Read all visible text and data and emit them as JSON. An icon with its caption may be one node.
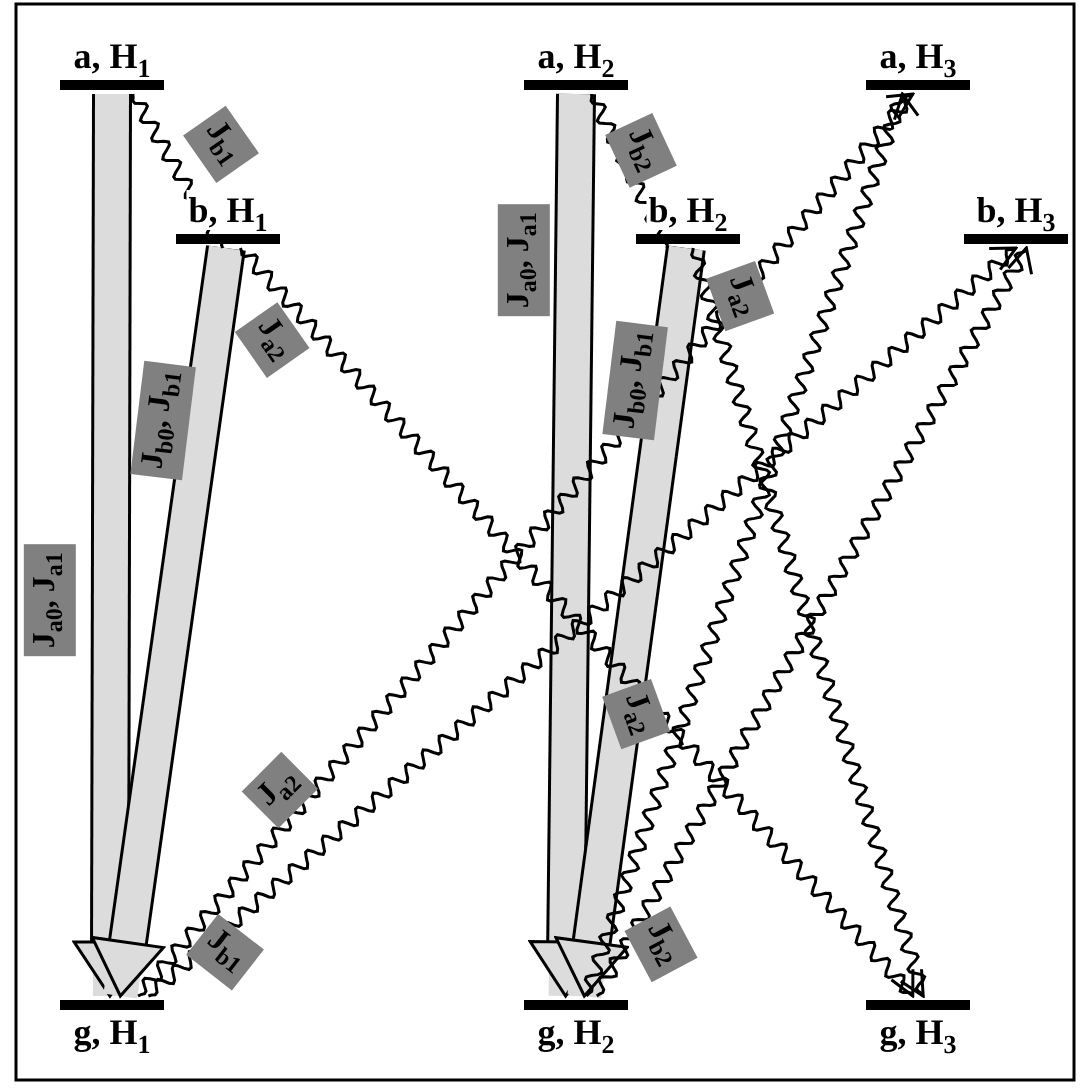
{
  "diagram": {
    "nodes": [
      {
        "text": [
          "a, H$_{1}$"
        ]
      },
      {
        "text": [
          "a, H$_{2}$"
        ]
      },
      {
        "text": [
          "a, H$_{3}$"
        ]
      },
      {
        "text": [
          "b, H$_{1}$"
        ]
      },
      {
        "text": [
          "b, H$_{2}$"
        ]
      },
      {
        "text": [
          "b, H$_{3}$"
        ]
      },
      {
        "text": [
          "g, H$_{1}$"
        ]
      },
      {
        "text": [
          "g, H$_{2}$"
        ]
      },
      {
        "text": [
          "g, H$_{3}$"
        ]
      }
    ],
    "edges": [
      {
        "from": 0,
        "to": 6,
        "arrow": "to",
        "style": "thick",
        "color": "#dcdcdc",
        "label": "J$_{a0}$, J$_{a1}$"
      },
      {
        "from": 3,
        "to": 6,
        "arrow": "to",
        "style": "thick",
        "color": "#dcdcdc",
        "label": "J$_{b0}$, J$_{b1}$"
      },
      {
        "from": 0,
        "to": 3,
        "arrow": "none",
        "label": "J$_{b1}$"
      },
      {
        "from": 6,
        "to": 2,
        "arrow": "to",
        "label": "J$_{a2}$"
      },
      {
        "from": 6,
        "to": 5,
        "arrow": "to",
        "label": "J$_{b1}$"
      },
      {
        "from": 3,
        "to": 8,
        "arrow": "to",
        "label": "J$_{a2}$"
      },
      {
        "from": 1,
        "to": 4,
        "arrow": "none",
        "label": "J$_{b2}$"
      },
      {
        "from": 4,
        "to": 8,
        "arrow": "to",
        "label": "J$_{a2}$"
      },
      {
        "from": 1,
        "to": 7,
        "arrow": "to",
        "style": "thick",
        "color": "#dcdcdc",
        "label": "J$_{a0}$, J$_{a1}$"
      },
      {
        "from": 4,
        "to": 7,
        "arrow": "to",
        "style": "thick",
        "color": "#dcdcdc",
        "label": "J$_{b0}$, J$_{b1}$"
      },
      {
        "from": 7,
        "to": 2,
        "arrow": "to",
        "label": "J$_{a2}$"
      },
      {
        "from": 7,
        "to": 5,
        "arrow": "to",
        "label": "J$_{b2}$"
      }
    ]
  }
}
